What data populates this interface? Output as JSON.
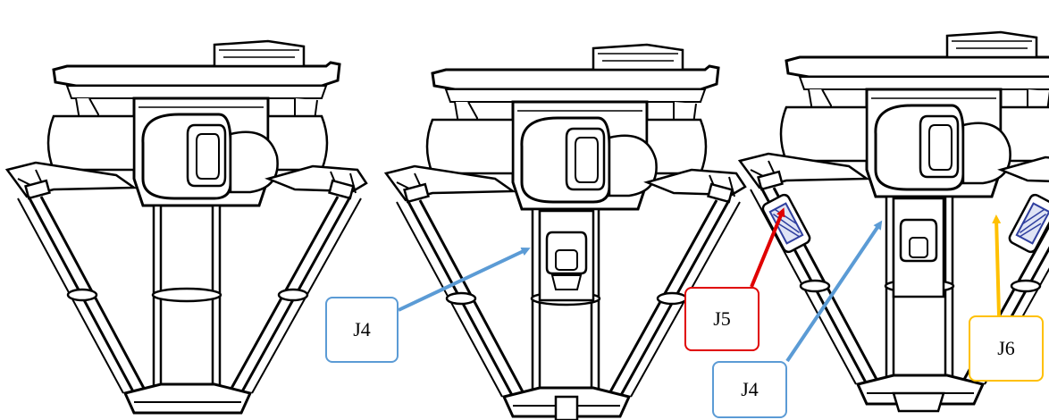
{
  "callouts": [
    {
      "id": "j4-middle",
      "label": "J4",
      "color": "#5B9BD5"
    },
    {
      "id": "j5",
      "label": "J5",
      "color": "#E00000"
    },
    {
      "id": "j4-right",
      "label": "J4",
      "color": "#5B9BD5"
    },
    {
      "id": "j6",
      "label": "J6",
      "color": "#FFC000"
    }
  ],
  "colors": {
    "line_art": "#000000",
    "background": "#FFFFFF",
    "actuator_accent": "#2F3F9F"
  }
}
